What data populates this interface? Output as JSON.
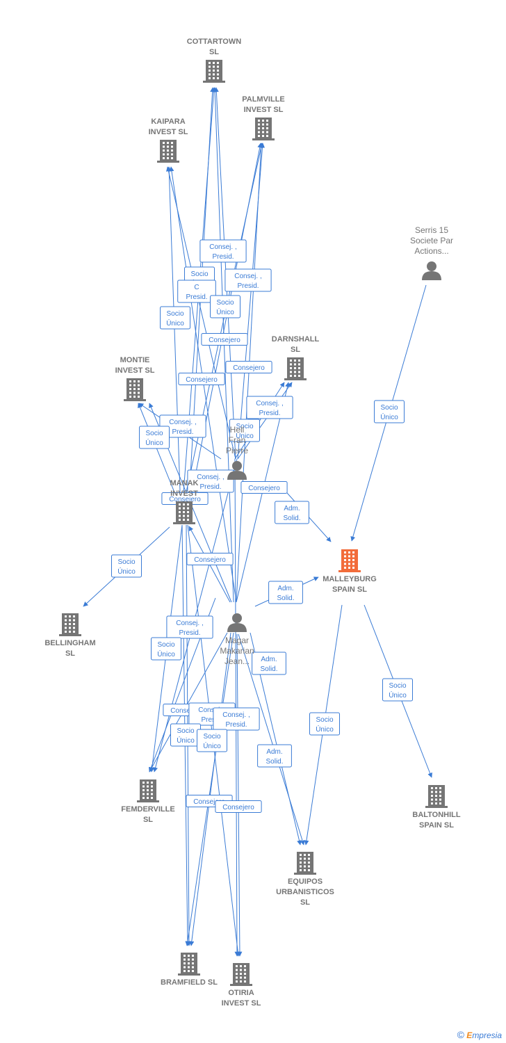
{
  "nodes": [
    {
      "id": "cottartown",
      "type": "company",
      "lines": [
        "COTTARTOWN",
        "SL"
      ]
    },
    {
      "id": "palmville",
      "type": "company",
      "lines": [
        "PALMVILLE",
        "INVEST  SL"
      ]
    },
    {
      "id": "kaipara",
      "type": "company",
      "lines": [
        "KAIPARA",
        "INVEST  SL"
      ]
    },
    {
      "id": "serris",
      "type": "person",
      "lines": [
        "Serris 15",
        "Societe Par",
        "Actions..."
      ]
    },
    {
      "id": "darnshall",
      "type": "company",
      "lines": [
        "DARNSHALL",
        "SL"
      ]
    },
    {
      "id": "montie",
      "type": "company",
      "lines": [
        "MONTIE",
        "INVEST  SL"
      ]
    },
    {
      "id": "hell",
      "type": "person",
      "lines": [
        "Hell",
        "Fran",
        "Pierre"
      ]
    },
    {
      "id": "manak",
      "type": "company",
      "lines": [
        "MANAK",
        "INVEST"
      ]
    },
    {
      "id": "malleyburg",
      "type": "focus",
      "lines": [
        "MALLEYBURG",
        "SPAIN  SL"
      ]
    },
    {
      "id": "bellingham",
      "type": "company",
      "lines": [
        "BELLINGHAM",
        "SL"
      ]
    },
    {
      "id": "magar",
      "type": "person",
      "lines": [
        "Magar",
        "Makarian",
        "Jean..."
      ]
    },
    {
      "id": "femderville",
      "type": "company",
      "lines": [
        "FEMDERVILLE",
        "SL"
      ]
    },
    {
      "id": "baltonhill",
      "type": "company",
      "lines": [
        "BALTONHILL",
        "SPAIN  SL"
      ]
    },
    {
      "id": "equipos",
      "type": "company",
      "lines": [
        "EQUIPOS",
        "URBANISTICOS",
        "SL"
      ]
    },
    {
      "id": "bramfield",
      "type": "company",
      "lines": [
        "BRAMFIELD  SL"
      ]
    },
    {
      "id": "otiria",
      "type": "company",
      "lines": [
        "OTIRIA",
        "INVEST  SL"
      ]
    }
  ],
  "edge_labels": [
    {
      "lines": [
        "Consej. ,",
        "Presid."
      ]
    },
    {
      "lines": [
        "Consej. ,",
        "Presid."
      ]
    },
    {
      "lines": [
        "Socio",
        "Único"
      ]
    },
    {
      "lines": [
        "C",
        "Presid."
      ]
    },
    {
      "lines": [
        "Socio",
        "Único"
      ]
    },
    {
      "lines": [
        "Socio",
        "Único"
      ]
    },
    {
      "lines": [
        "Consejero"
      ]
    },
    {
      "lines": [
        "Consejero"
      ]
    },
    {
      "lines": [
        "Consejero"
      ]
    },
    {
      "lines": [
        "Consej. ,",
        "Presid."
      ]
    },
    {
      "lines": [
        "Consej. ,",
        "Presid."
      ]
    },
    {
      "lines": [
        "Socio",
        "Único"
      ]
    },
    {
      "lines": [
        "Socio",
        "Único"
      ]
    },
    {
      "lines": [
        "Consej. ,",
        "Presid."
      ]
    },
    {
      "lines": [
        "Consejero"
      ]
    },
    {
      "lines": [
        "Consejero"
      ]
    },
    {
      "lines": [
        "Adm.",
        "Solid."
      ]
    },
    {
      "lines": [
        "Socio",
        "Único"
      ]
    },
    {
      "lines": [
        "Consejero"
      ]
    },
    {
      "lines": [
        "Socio",
        "Único"
      ]
    },
    {
      "lines": [
        "Adm.",
        "Solid."
      ]
    },
    {
      "lines": [
        "Consej. ,",
        "Presid."
      ]
    },
    {
      "lines": [
        "Socio",
        "Único"
      ]
    },
    {
      "lines": [
        "Adm.",
        "Solid."
      ]
    },
    {
      "lines": [
        "Consejero"
      ]
    },
    {
      "lines": [
        "Consej. ,",
        "Presid."
      ]
    },
    {
      "lines": [
        "Consej. ,",
        "Presid."
      ]
    },
    {
      "lines": [
        "Socio",
        "Único"
      ]
    },
    {
      "lines": [
        "Socio",
        "Único"
      ]
    },
    {
      "lines": [
        "Socio",
        "Único"
      ]
    },
    {
      "lines": [
        "Socio",
        "Único"
      ]
    },
    {
      "lines": [
        "Adm.",
        "Solid."
      ]
    },
    {
      "lines": [
        "Consejero"
      ]
    },
    {
      "lines": [
        "Consejero"
      ]
    }
  ],
  "colors": {
    "edge": "#3a7bd5",
    "node": "#757575",
    "focus": "#f26c3a"
  },
  "icons": {
    "company": "building-icon",
    "person": "person-icon",
    "focus": "building-icon"
  },
  "brand": {
    "copyright": "©",
    "e": "E",
    "rest": "mpresia"
  }
}
